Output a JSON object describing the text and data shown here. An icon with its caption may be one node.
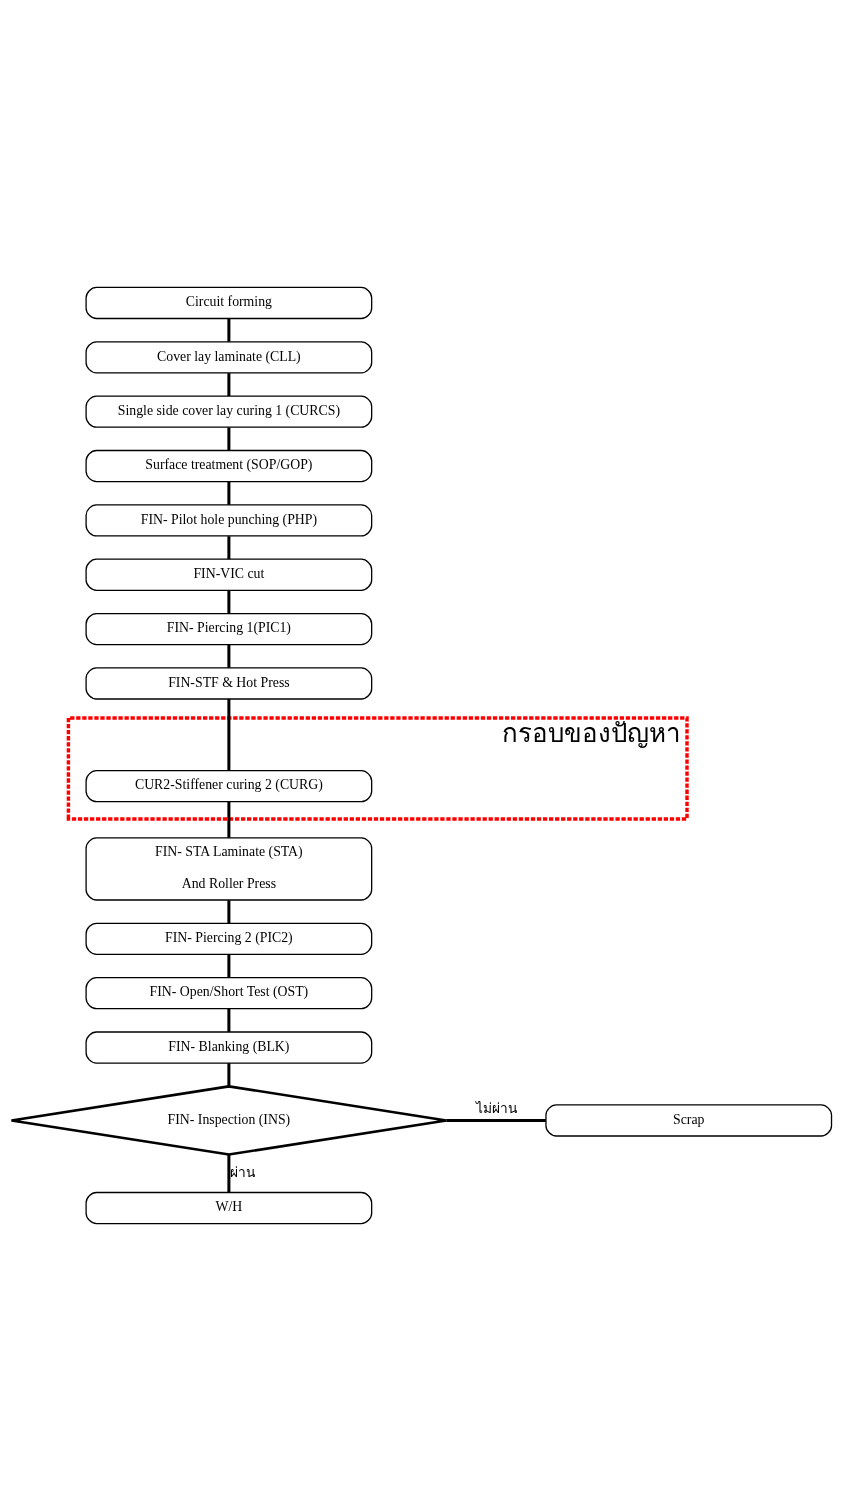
{
  "diagram": {
    "nodes": [
      {
        "text": [
          "Circuit forming"
        ]
      },
      {
        "text": [
          "Cover lay laminate (CLL)"
        ]
      },
      {
        "text": [
          "Single side cover lay curing 1 (CURCS)"
        ]
      },
      {
        "text": [
          "Surface treatment (SOP/GOP)"
        ]
      },
      {
        "text": [
          "FIN- Pilot hole punching (PHP)"
        ]
      },
      {
        "text": [
          "FIN-VIC cut"
        ]
      },
      {
        "text": [
          "FIN- Piercing 1(PIC1)"
        ]
      },
      {
        "text": [
          "FIN-STF & Hot Press"
        ]
      },
      {
        "text": [
          "กรอบของปัญหา"
        ]
      },
      {
        "text": [
          "CUR2-Stiffener curing 2 (CURG)"
        ],
        "in": 8
      },
      {
        "text": [
          "FIN- STA Laminate (STA)",
          "And Roller Press"
        ]
      },
      {
        "text": [
          "FIN- Piercing 2 (PIC2)"
        ]
      },
      {
        "text": [
          "FIN- Open/Short Test (OST)"
        ]
      },
      {
        "text": [
          "FIN- Blanking (BLK)"
        ]
      },
      {
        "text": [
          "FIN- Inspection (INS)"
        ]
      },
      {
        "text": [
          "Scrap"
        ]
      },
      {
        "text": [
          "W/H"
        ]
      }
    ],
    "edges": [
      {
        "from": 0,
        "to": 1,
        "arrow": "none"
      },
      {
        "from": 1,
        "to": 2,
        "arrow": "none"
      },
      {
        "from": 2,
        "to": 3,
        "arrow": "none"
      },
      {
        "from": 3,
        "to": 4,
        "arrow": "none"
      },
      {
        "from": 4,
        "to": 5,
        "arrow": "none"
      },
      {
        "from": 5,
        "to": 6,
        "arrow": "none"
      },
      {
        "from": 6,
        "to": 7,
        "arrow": "none"
      },
      {
        "from": 7,
        "to": 9,
        "arrow": "none"
      },
      {
        "from": 9,
        "to": 10,
        "arrow": "none"
      },
      {
        "from": 10,
        "to": 11,
        "arrow": "none"
      },
      {
        "from": 11,
        "to": 12,
        "arrow": "none"
      },
      {
        "from": 12,
        "to": 13,
        "arrow": "none"
      },
      {
        "from": 13,
        "to": 14,
        "arrow": "none"
      },
      {
        "from": 14,
        "to": 15,
        "label": "ไม่ผ่าน",
        "arrow": "none"
      },
      {
        "from": 14,
        "to": 16,
        "label": "ผ่าน",
        "arrow": "none"
      }
    ]
  }
}
